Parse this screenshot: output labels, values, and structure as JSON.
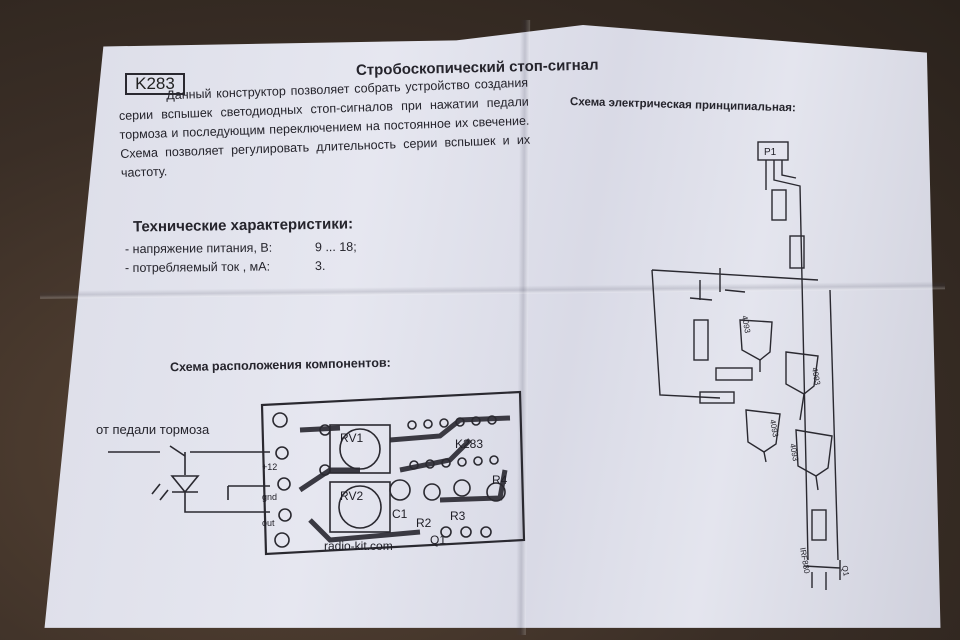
{
  "kit_code": "K283",
  "title": "Стробоскопический стоп-сигнал",
  "intro": "Данный конструктор позволяет собрать устройство создания серии вспышек светодиодных стоп-сигналов при нажатии педали тормоза и последующим переключением на постоянное их свечение. Схема позволяет регулировать длительность серии вспышек и их частоту.",
  "specs": {
    "heading": "Технические характеристики:",
    "rows": [
      {
        "label": "- напряжение питания, В:",
        "value": "9 ... 18;"
      },
      {
        "label": "- потребляемый ток , мА:",
        "value": "3."
      }
    ]
  },
  "schematic": {
    "heading": "Схема электрическая принципиальная:",
    "labels": {
      "connector": "P1",
      "ic1": "4093",
      "ic2": "4093",
      "ic3": "4093",
      "ic4": "4093",
      "transistor": "IRF830",
      "q1": "Q1"
    }
  },
  "layout": {
    "heading": "Схема расположения компонентов:",
    "pedal_label": "от педали тормоза",
    "pcb": {
      "rv1": "RV1",
      "rv2": "RV2",
      "c1": "C1",
      "r2": "R2",
      "r3": "R3",
      "r4": "R4",
      "q1": "Q1",
      "ic_mark": "K283",
      "site": "radio-kit.com",
      "pin_plus": "+12",
      "pin_gnd": "gnd",
      "pin_out": "out"
    }
  }
}
